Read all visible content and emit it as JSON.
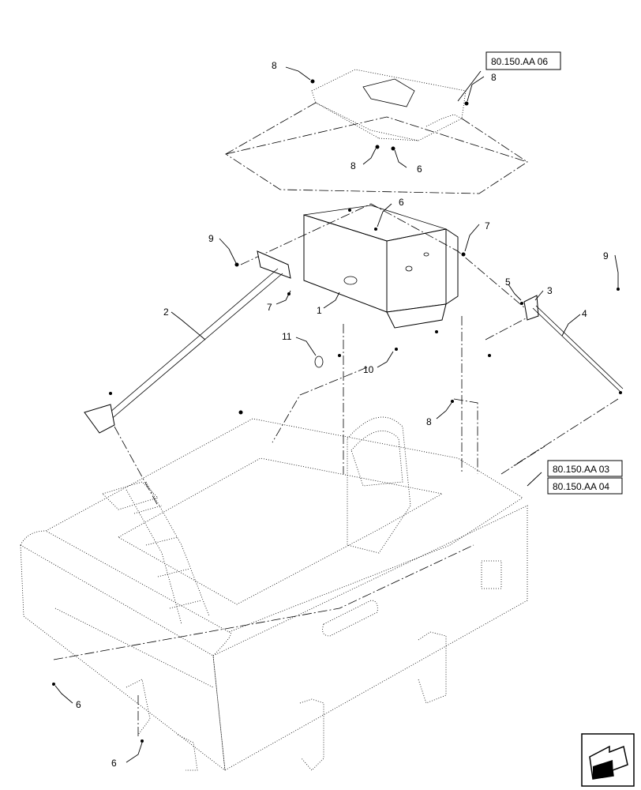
{
  "callouts": {
    "c8a": "8",
    "c8b": "8",
    "c8c": "8",
    "c8d": "8",
    "c6a": "6",
    "c6b": "6",
    "c6c": "6",
    "c6d": "6",
    "c9a": "9",
    "c9b": "9",
    "c7a": "7",
    "c7b": "7",
    "c1": "1",
    "c2": "2",
    "c3": "3",
    "c4": "4",
    "c5": "5",
    "c10": "10",
    "c11": "11"
  },
  "references": {
    "ref1": "80.150.AA 06",
    "ref2": "80.150.AA 03",
    "ref3": "80.150.AA 04"
  },
  "icons": {
    "nav": "next-page-arrow-icon"
  }
}
